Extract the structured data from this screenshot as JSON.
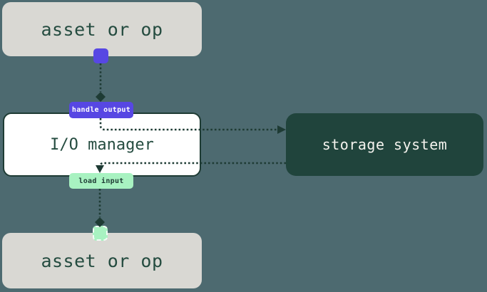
{
  "diagram": {
    "nodes": {
      "asset_top": {
        "label": "asset or op"
      },
      "io_manager": {
        "label": "I/O manager"
      },
      "storage_system": {
        "label": "storage system"
      },
      "asset_bottom": {
        "label": "asset or op"
      }
    },
    "edge_labels": {
      "handle_output": "handle output",
      "load_input": "load input"
    },
    "colors": {
      "background": "#4d6a70",
      "asset_node_bg": "#d9d8d3",
      "asset_node_text": "#254c40",
      "io_manager_bg": "#ffffff",
      "io_manager_border": "#1e3b34",
      "storage_bg": "#20443c",
      "storage_text": "#f4f3ee",
      "output_accent": "#5747e3",
      "input_accent": "#a8f2c1",
      "connector": "#1e3b34"
    }
  }
}
